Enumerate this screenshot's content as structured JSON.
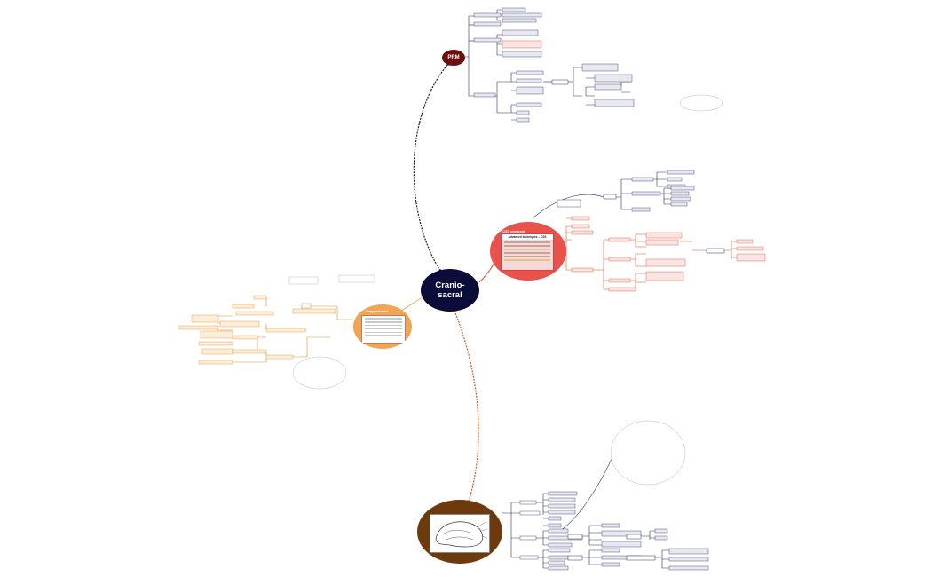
{
  "central": {
    "label_line1": "Cranio-",
    "label_line2": "sacral"
  },
  "branches": {
    "prm": {
      "label": "PRM",
      "color": "#6b0e0e",
      "leaf_count": 22
    },
    "red": {
      "title": "CST protocol",
      "panel_header": "Advanced techniques – CSS",
      "color": "#e8524a",
      "leaf_count": 24
    },
    "orange": {
      "title": "Temporal bone",
      "color": "#f0a651",
      "leaf_count": 16
    },
    "brown": {
      "title": "",
      "color": "#6c3a0c",
      "leaf_count": 20
    }
  },
  "colors": {
    "central": "#0c0c3a",
    "connector_prm": "#1a1a3a",
    "connector_red": "#e04a2a",
    "connector_orange": "#f0a651",
    "connector_brown": "#d8561c",
    "leaf_navy": "#2c2c6a",
    "leaf_red": "#e04a2a",
    "leaf_orange": "#e08a2a"
  }
}
